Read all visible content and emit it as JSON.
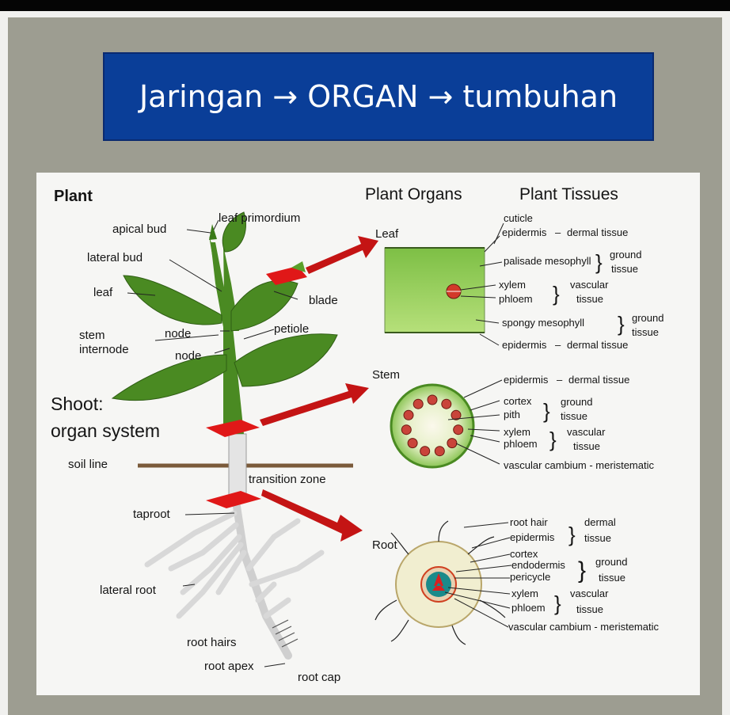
{
  "banner": {
    "title": "Jaringan → ORGAN → tumbuhan"
  },
  "colors": {
    "banner": "#0a3e98",
    "frame": "#9d9d91",
    "leaf": "#4a8a22",
    "arrow": "#c41414",
    "leaf_section": "#8fcc55"
  },
  "diagram": {
    "plant_heading": "Plant",
    "organs_heading": "Plant Organs",
    "tissues_heading": "Plant Tissues",
    "plant_labels": {
      "apical_bud": "apical bud",
      "leaf_primordium": "leaf primordium",
      "lateral_bud": "lateral bud",
      "leaf": "leaf",
      "blade": "blade",
      "stem": "stem",
      "internode": "internode",
      "node_upper": "node",
      "node_lower": "node",
      "petiole": "petiole",
      "shoot_line1": "Shoot:",
      "shoot_line2": "organ system",
      "soil_line": "soil line",
      "transition_zone": "transition zone",
      "taproot": "taproot",
      "lateral_root": "lateral root",
      "root_hairs": "root hairs",
      "root_apex": "root apex",
      "root_cap": "root cap"
    },
    "organs": {
      "leaf": {
        "name": "Leaf",
        "cuticle": "cuticle",
        "epidermis_top": "epidermis",
        "dermal_top": "dermal tissue",
        "palisade": "palisade mesophyll",
        "ground1_a": "ground",
        "ground1_b": "tissue",
        "xylem": "xylem",
        "phloem": "phloem",
        "vascular_a": "vascular",
        "vascular_b": "tissue",
        "spongy": "spongy mesophyll",
        "ground2_a": "ground",
        "ground2_b": "tissue",
        "epidermis_bottom": "epidermis",
        "dermal_bottom": "dermal tissue"
      },
      "stem": {
        "name": "Stem",
        "epidermis": "epidermis",
        "dermal": "dermal tissue",
        "cortex": "cortex",
        "pith": "pith",
        "ground_a": "ground",
        "ground_b": "tissue",
        "xylem": "xylem",
        "phloem": "phloem",
        "vascular_a": "vascular",
        "vascular_b": "tissue",
        "cambium": "vascular cambium - meristematic"
      },
      "root": {
        "name": "Root",
        "root_hair": "root hair",
        "epidermis": "epidermis",
        "dermal_a": "dermal",
        "dermal_b": "tissue",
        "cortex": "cortex",
        "endodermis": "endodermis",
        "pericycle": "pericycle",
        "ground_a": "ground",
        "ground_b": "tissue",
        "xylem": "xylem",
        "phloem": "phloem",
        "vascular_a": "vascular",
        "vascular_b": "tissue",
        "cambium": "vascular cambium - meristematic"
      }
    }
  }
}
